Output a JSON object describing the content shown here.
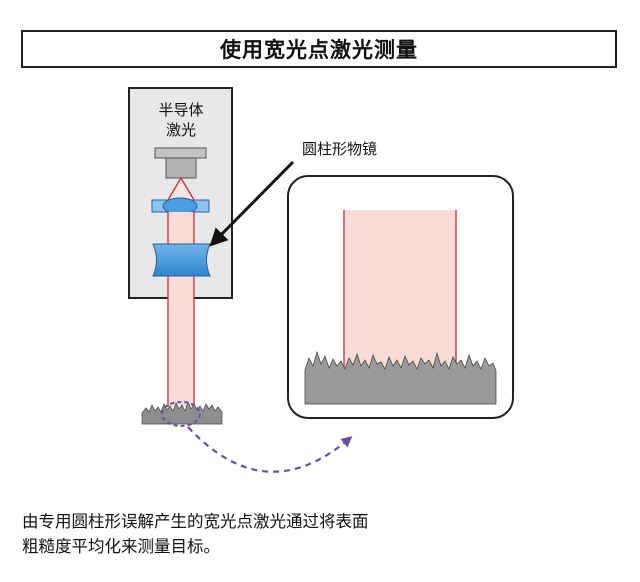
{
  "title": "使用宽光点激光测量",
  "labels": {
    "source_line1": "半导体",
    "source_line2": "激光",
    "cylindrical_lens": "圆柱形物镜"
  },
  "caption": {
    "line1": "由专用圆柱形误解产生的宽光点激光通过将表面",
    "line2": "粗糙度平均化来测量目标。"
  },
  "colors": {
    "beam_edge": "#d6283a",
    "beam_fill": "#f9dcd8",
    "lens_blue": "#2f8fd8",
    "surface_gray": "#9a9a9a",
    "arrow_purple": "#6a4fa8"
  }
}
